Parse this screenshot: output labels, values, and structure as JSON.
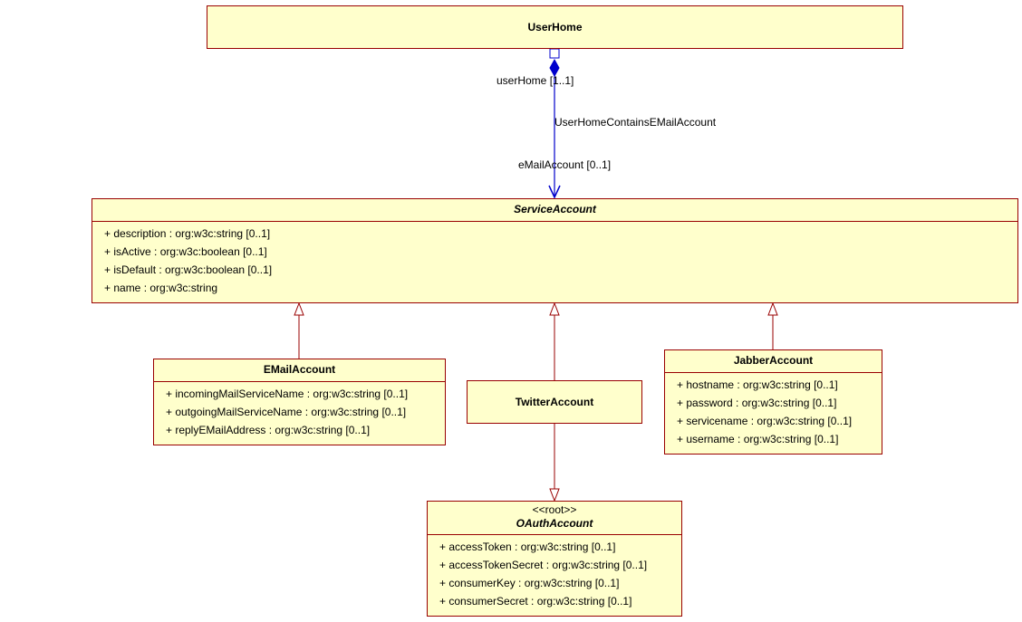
{
  "classes": {
    "user_home": {
      "name": "UserHome"
    },
    "service_account": {
      "name": "ServiceAccount",
      "attributes": [
        "+ description : org:w3c:string [0..1]",
        "+ isActive : org:w3c:boolean [0..1]",
        "+ isDefault : org:w3c:boolean [0..1]",
        "+ name : org:w3c:string"
      ]
    },
    "email_account": {
      "name": "EMailAccount",
      "attributes": [
        "+ incomingMailServiceName : org:w3c:string [0..1]",
        "+ outgoingMailServiceName : org:w3c:string [0..1]",
        "+ replyEMailAddress : org:w3c:string [0..1]"
      ]
    },
    "twitter_account": {
      "name": "TwitterAccount"
    },
    "jabber_account": {
      "name": "JabberAccount",
      "attributes": [
        "+ hostname : org:w3c:string [0..1]",
        "+ password : org:w3c:string [0..1]",
        "+ servicename : org:w3c:string [0..1]",
        "+ username : org:w3c:string [0..1]"
      ]
    },
    "oauth_account": {
      "stereotype": "<<root>>",
      "name": "OAuthAccount",
      "attributes": [
        "+ accessToken : org:w3c:string [0..1]",
        "+ accessTokenSecret : org:w3c:string [0..1]",
        "+ consumerKey : org:w3c:string [0..1]",
        "+ consumerSecret : org:w3c:string [0..1]"
      ]
    }
  },
  "association": {
    "name": "UserHomeContainsEMailAccount",
    "source_role": "userHome [1..1]",
    "target_role": "eMailAccount [0..1]"
  },
  "colors": {
    "class_fill": "#ffffcc",
    "class_border": "#990000",
    "association": "#0000cc",
    "generalization": "#990000"
  }
}
